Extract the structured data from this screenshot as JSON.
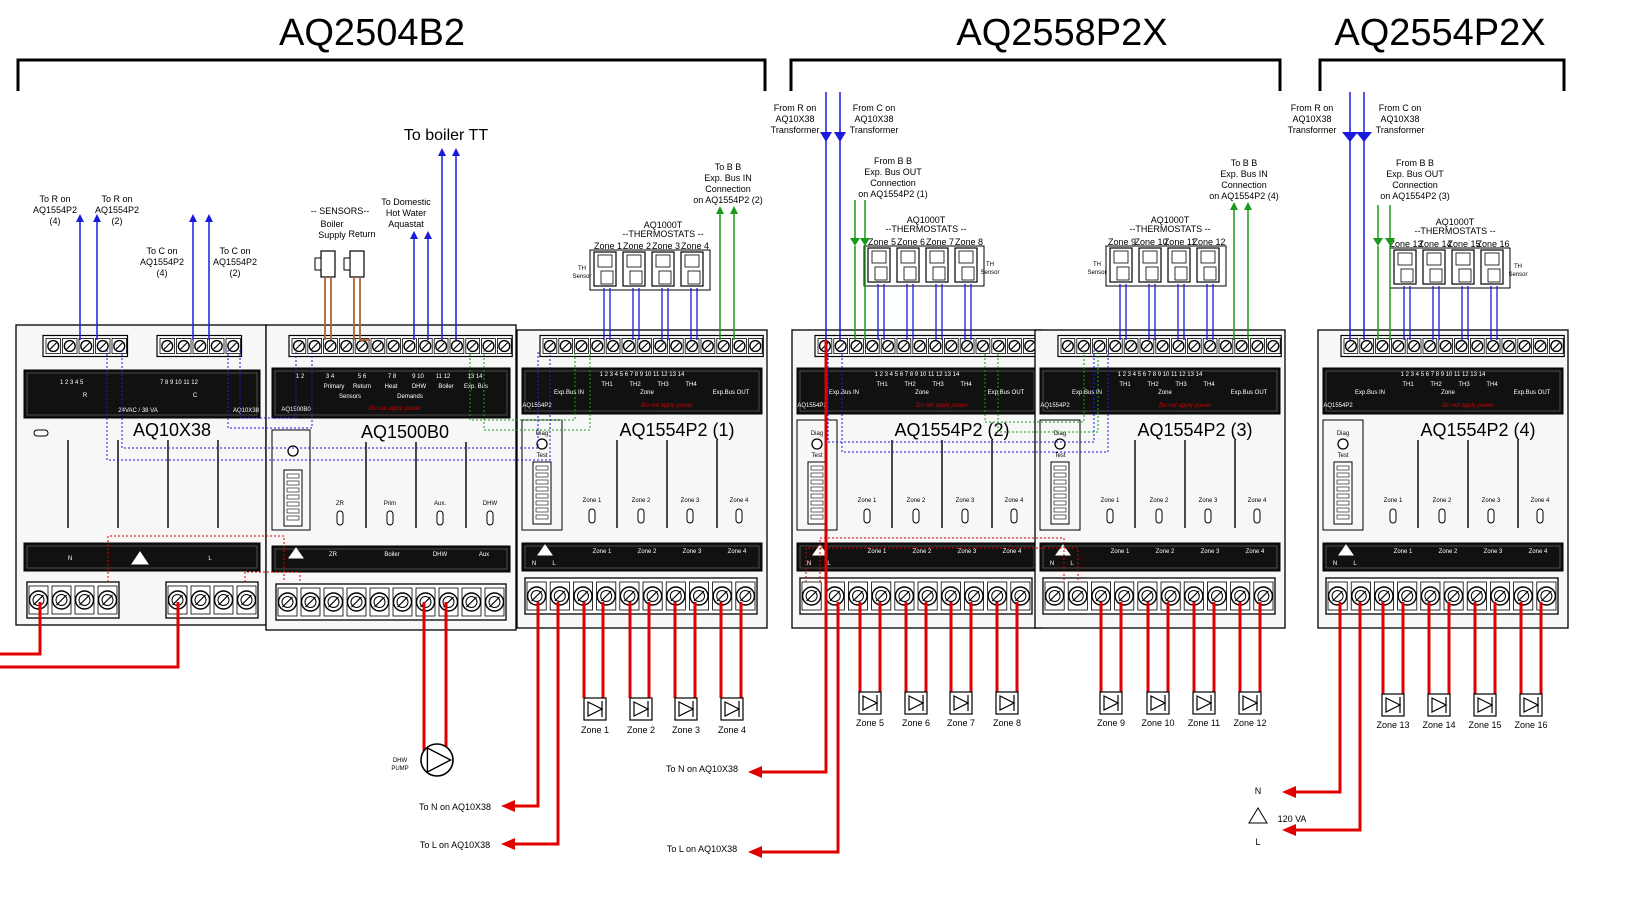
{
  "titles": {
    "left": "AQ2504B2",
    "middle": "AQ2558P2X",
    "right": "AQ2554P2X"
  },
  "modules": {
    "transformer": {
      "name": "AQ10X38",
      "label": "AQ10X38",
      "rating": "24VAC / 38 VA",
      "r_label": "R",
      "c_label": "C"
    },
    "boiler": {
      "name": "AQ1500B0",
      "small": "AQ1500B0"
    },
    "z1": {
      "name": "AQ1554P2 (1)",
      "small": "AQ1554P2"
    },
    "z2": {
      "name": "AQ1554P2 (2)",
      "small": "AQ1554P2"
    },
    "z3": {
      "name": "AQ1554P2 (3)",
      "small": "AQ1554P2"
    },
    "z4": {
      "name": "AQ1554P2 (4)",
      "small": "AQ1554P2"
    }
  },
  "top_labels": {
    "to_r_4": [
      "To R on",
      "AQ1554P2",
      "(4)"
    ],
    "to_r_2": [
      "To R on",
      "AQ1554P2",
      "(2)"
    ],
    "to_c_4": [
      "To C on",
      "AQ1554P2",
      "(4)"
    ],
    "to_c_2": [
      "To C on",
      "AQ1554P2",
      "(2)"
    ],
    "sensors": "-- SENSORS--",
    "boiler_supply": [
      "Boiler",
      "Supply"
    ],
    "return": "Return",
    "domestic": [
      "To Domestic",
      "Hot Water",
      "Aquastat"
    ],
    "boiler_tt": "To boiler TT",
    "exp_in_2": [
      "To B B",
      "Exp. Bus IN",
      "Connection",
      "on AQ1554P2 (2)"
    ],
    "exp_in_4": [
      "To B B",
      "Exp. Bus IN",
      "Connection",
      "on AQ1554P2 (4)"
    ],
    "from_r_mid": [
      "From R on",
      "AQ10X38",
      "Transformer"
    ],
    "from_c_mid": [
      "From C on",
      "AQ10X38",
      "Transformer"
    ],
    "from_r_right": [
      "From R on",
      "AQ10X38",
      "Transformer"
    ],
    "from_c_right": [
      "From C on",
      "AQ10X38",
      "Transformer"
    ],
    "exp_out_1": [
      "From B B",
      "Exp. Bus OUT",
      "Connection",
      "on AQ1554P2 (1)"
    ],
    "exp_out_3": [
      "From B B",
      "Exp. Bus OUT",
      "Connection",
      "on AQ1554P2 (3)"
    ]
  },
  "thermostat_groups": [
    {
      "head": [
        "AQ1000T",
        "--THERMOSTATS --"
      ],
      "zones": [
        "Zone 1",
        "Zone 2",
        "Zone 3",
        "Zone 4"
      ]
    },
    {
      "head": [
        "AQ1000T",
        "--THERMOSTATS --"
      ],
      "zones": [
        "Zone 5",
        "Zone 6",
        "Zone 7",
        "Zone 8"
      ]
    },
    {
      "head": [
        "AQ1000T",
        "--THERMOSTATS --"
      ],
      "zones": [
        "Zone 9",
        "Zone 10",
        "Zone 11",
        "Zone 12"
      ]
    },
    {
      "head": [
        "AQ1000T",
        "--THERMOSTATS --"
      ],
      "zones": [
        "Zone 13",
        "Zone 14",
        "Zone 15",
        "Zone 16"
      ]
    }
  ],
  "th_sensor": [
    "TH",
    "Sensor"
  ],
  "pumps": {
    "group1": [
      "Zone 1",
      "Zone 2",
      "Zone 3",
      "Zone 4"
    ],
    "group2": [
      "Zone 5",
      "Zone 6",
      "Zone 7",
      "Zone 8"
    ],
    "group3": [
      "Zone 9",
      "Zone 10",
      "Zone 11",
      "Zone 12"
    ],
    "group4": [
      "Zone 13",
      "Zone 14",
      "Zone 15",
      "Zone 16"
    ],
    "dhw": [
      "DHW",
      "PUMP"
    ]
  },
  "bottom_labels": {
    "n1": "To N on AQ10X38",
    "l1": "To L on AQ10X38",
    "n2": "To N on AQ10X38",
    "l2": "To L on AQ10X38",
    "n3": "N",
    "va": "120 VA",
    "l3": "L"
  },
  "module_text": {
    "do_not_apply": "Do not apply power",
    "diag": "Diag",
    "test": "Test",
    "n": "N",
    "l": "L",
    "zone_words": [
      "Zone 1",
      "Zone 2",
      "Zone 3",
      "Zone 4"
    ],
    "boiler_outputs": [
      "ZR",
      "Prim",
      "Aux.",
      "DHW"
    ],
    "boiler_top": [
      "Primary",
      "Return",
      "Heat",
      "DHW",
      "Boiler",
      "Exp. Bus"
    ],
    "boiler_top_groups": [
      "Sensors",
      "Demands"
    ],
    "boiler_bottom": [
      "ZR",
      "Boiler",
      "DHW",
      "Aux"
    ],
    "zone_top": [
      "TH1",
      "TH2",
      "TH3",
      "TH4"
    ],
    "exp_in": "Exp.Bus IN",
    "exp_out": "Exp.Bus OUT",
    "zone_word": "Zone"
  },
  "colors": {
    "blue": "#1a1adc",
    "red": "#e00000",
    "green": "#1a9a1a",
    "brown": "#b06030",
    "panel": "#f0f0f0",
    "dark": "#111111"
  }
}
